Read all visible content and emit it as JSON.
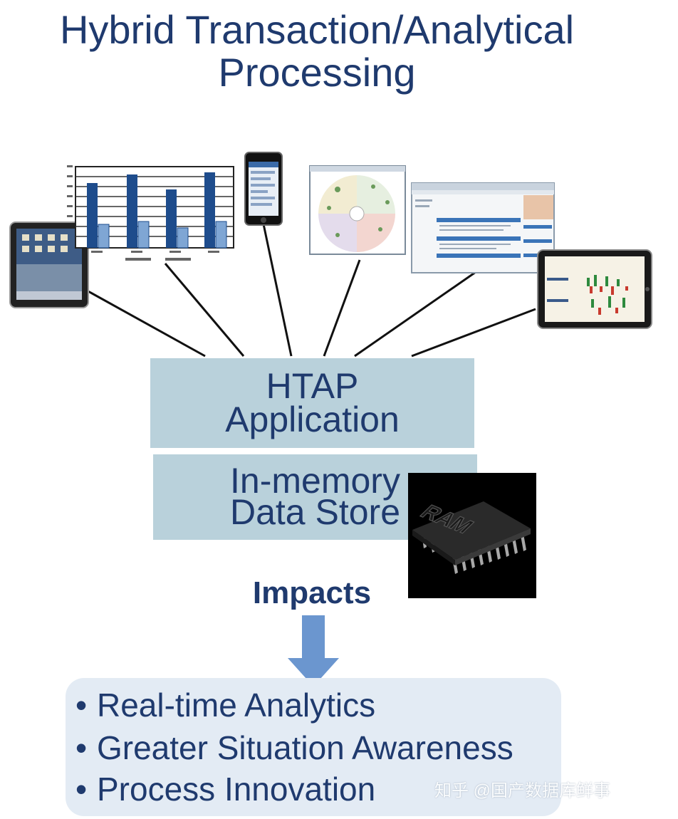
{
  "title": {
    "line1": "Hybrid Transaction/Analytical",
    "line2": "Processing"
  },
  "app_box": {
    "line1": "HTAP",
    "line2": "Application"
  },
  "store_box": {
    "line1": "In-memory",
    "line2": "Data Store"
  },
  "ram_chip": {
    "label": "RAM",
    "icon": "ram-chip-icon"
  },
  "impacts": {
    "label": "Impacts"
  },
  "bullets": [
    {
      "text": "Real-time Analytics"
    },
    {
      "text": "Greater Situation Awareness"
    },
    {
      "text": "Process Innovation"
    }
  ],
  "bullet_symbol": "•",
  "watermark": "知乎 @国产数据库鲜事",
  "devices": [
    {
      "icon": "tablet-icon"
    },
    {
      "icon": "bar-chart-icon"
    },
    {
      "icon": "smartphone-icon"
    },
    {
      "icon": "radial-chart-icon"
    },
    {
      "icon": "web-app-screenshot-icon"
    },
    {
      "icon": "tablet-dashboard-icon"
    }
  ],
  "colors": {
    "title": "#1f3a6e",
    "box_fill": "#b9d1db",
    "bullet_fill": "#e3ebf4",
    "arrow": "#6b96cf",
    "chart_dark": "#1e4c8c",
    "chart_light": "#7fa6d4"
  }
}
